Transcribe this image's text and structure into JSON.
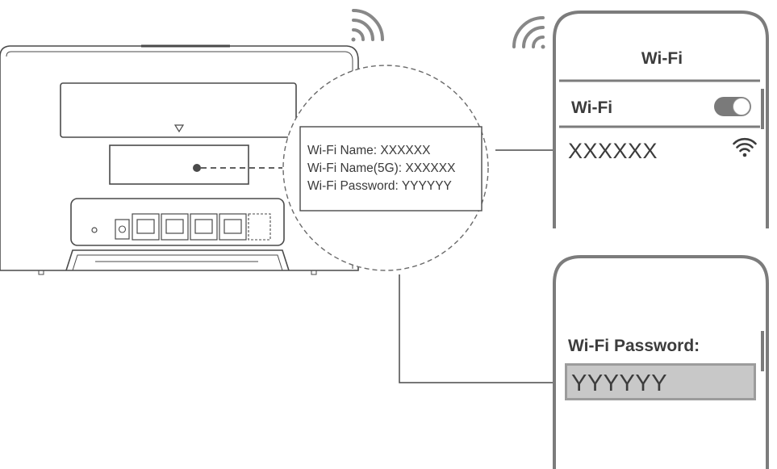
{
  "router_label": {
    "wifi_name": "Wi-Fi Name: XXXXXX",
    "wifi_name_5g": "Wi-Fi Name(5G): XXXXXX",
    "wifi_password": "Wi-Fi Password: YYYYYY"
  },
  "phone_wifi_list": {
    "title": "Wi-Fi",
    "wifi_toggle_label": "Wi-Fi",
    "wifi_toggle_state": "on",
    "network_name": "XXXXXX",
    "network_icon": "wifi-signal-icon"
  },
  "phone_password": {
    "label": "Wi-Fi Password:",
    "value": "YYYYYY"
  },
  "colors": {
    "line": "#4a4a4a",
    "phone_frame": "#7c7c7c",
    "toggle_on": "#7a7a7a",
    "password_field": "#c8c8c8"
  }
}
